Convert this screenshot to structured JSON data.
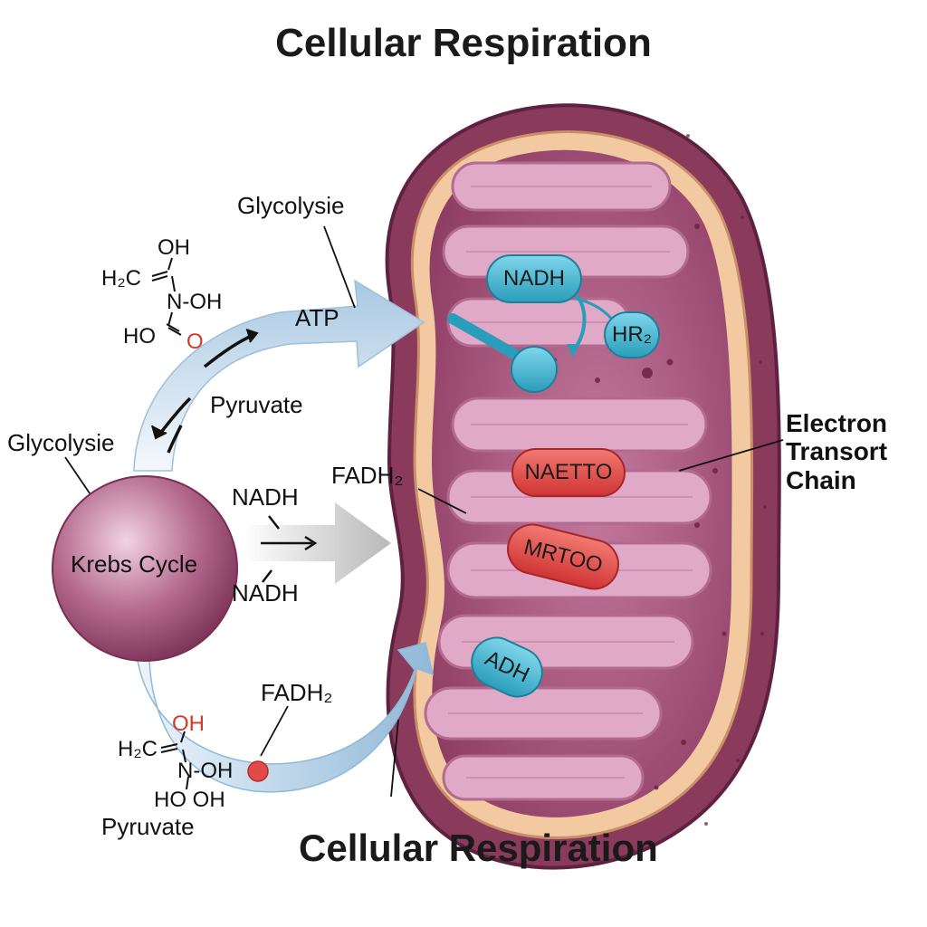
{
  "title_top": "Cellular Respiration",
  "title_bottom": "Cellular Respiration",
  "labels": {
    "glycolysie_top": "Glycolysie",
    "glycolysie_left": "Glycolysie",
    "atp": "ATP",
    "pyruvate_upper": "Pyruvate",
    "pyruvate_lower": "Pyruvate",
    "krebs_cycle": "Krebs Cycle",
    "nadh_middle_top": "NADH",
    "nadh_middle_bottom": "NADH",
    "fadh2_middle": "FADH₂",
    "fadh2_lower": "FADH₂",
    "electron_transport_chain": "Electron Transort Chain"
  },
  "molecule_top": {
    "oh": "OH",
    "h2c": "H₂C",
    "n_oh": "N-OH",
    "ho": "HO",
    "o": "O"
  },
  "molecule_bottom": {
    "oh": "OH",
    "h2c": "H₂C",
    "n_oh": "N-OH",
    "ho_oh": "HO OH"
  },
  "mitochondrion_labels": {
    "nadh": "NADH",
    "hr2": "HR₂",
    "naetto": "NAETTO",
    "mrtoo": "MRTOO",
    "adh": "ADH"
  },
  "colors": {
    "membrane_outer": "#8a3b5c",
    "membrane_inner": "#f2c9a0",
    "matrix": "#a8527a",
    "cristae": "#d99ac0",
    "teal": "#3ab3cf",
    "red_pill": "#e24a4a",
    "arrow_blue": "#b9d3e6",
    "krebs_sphere": "#b4698d"
  }
}
